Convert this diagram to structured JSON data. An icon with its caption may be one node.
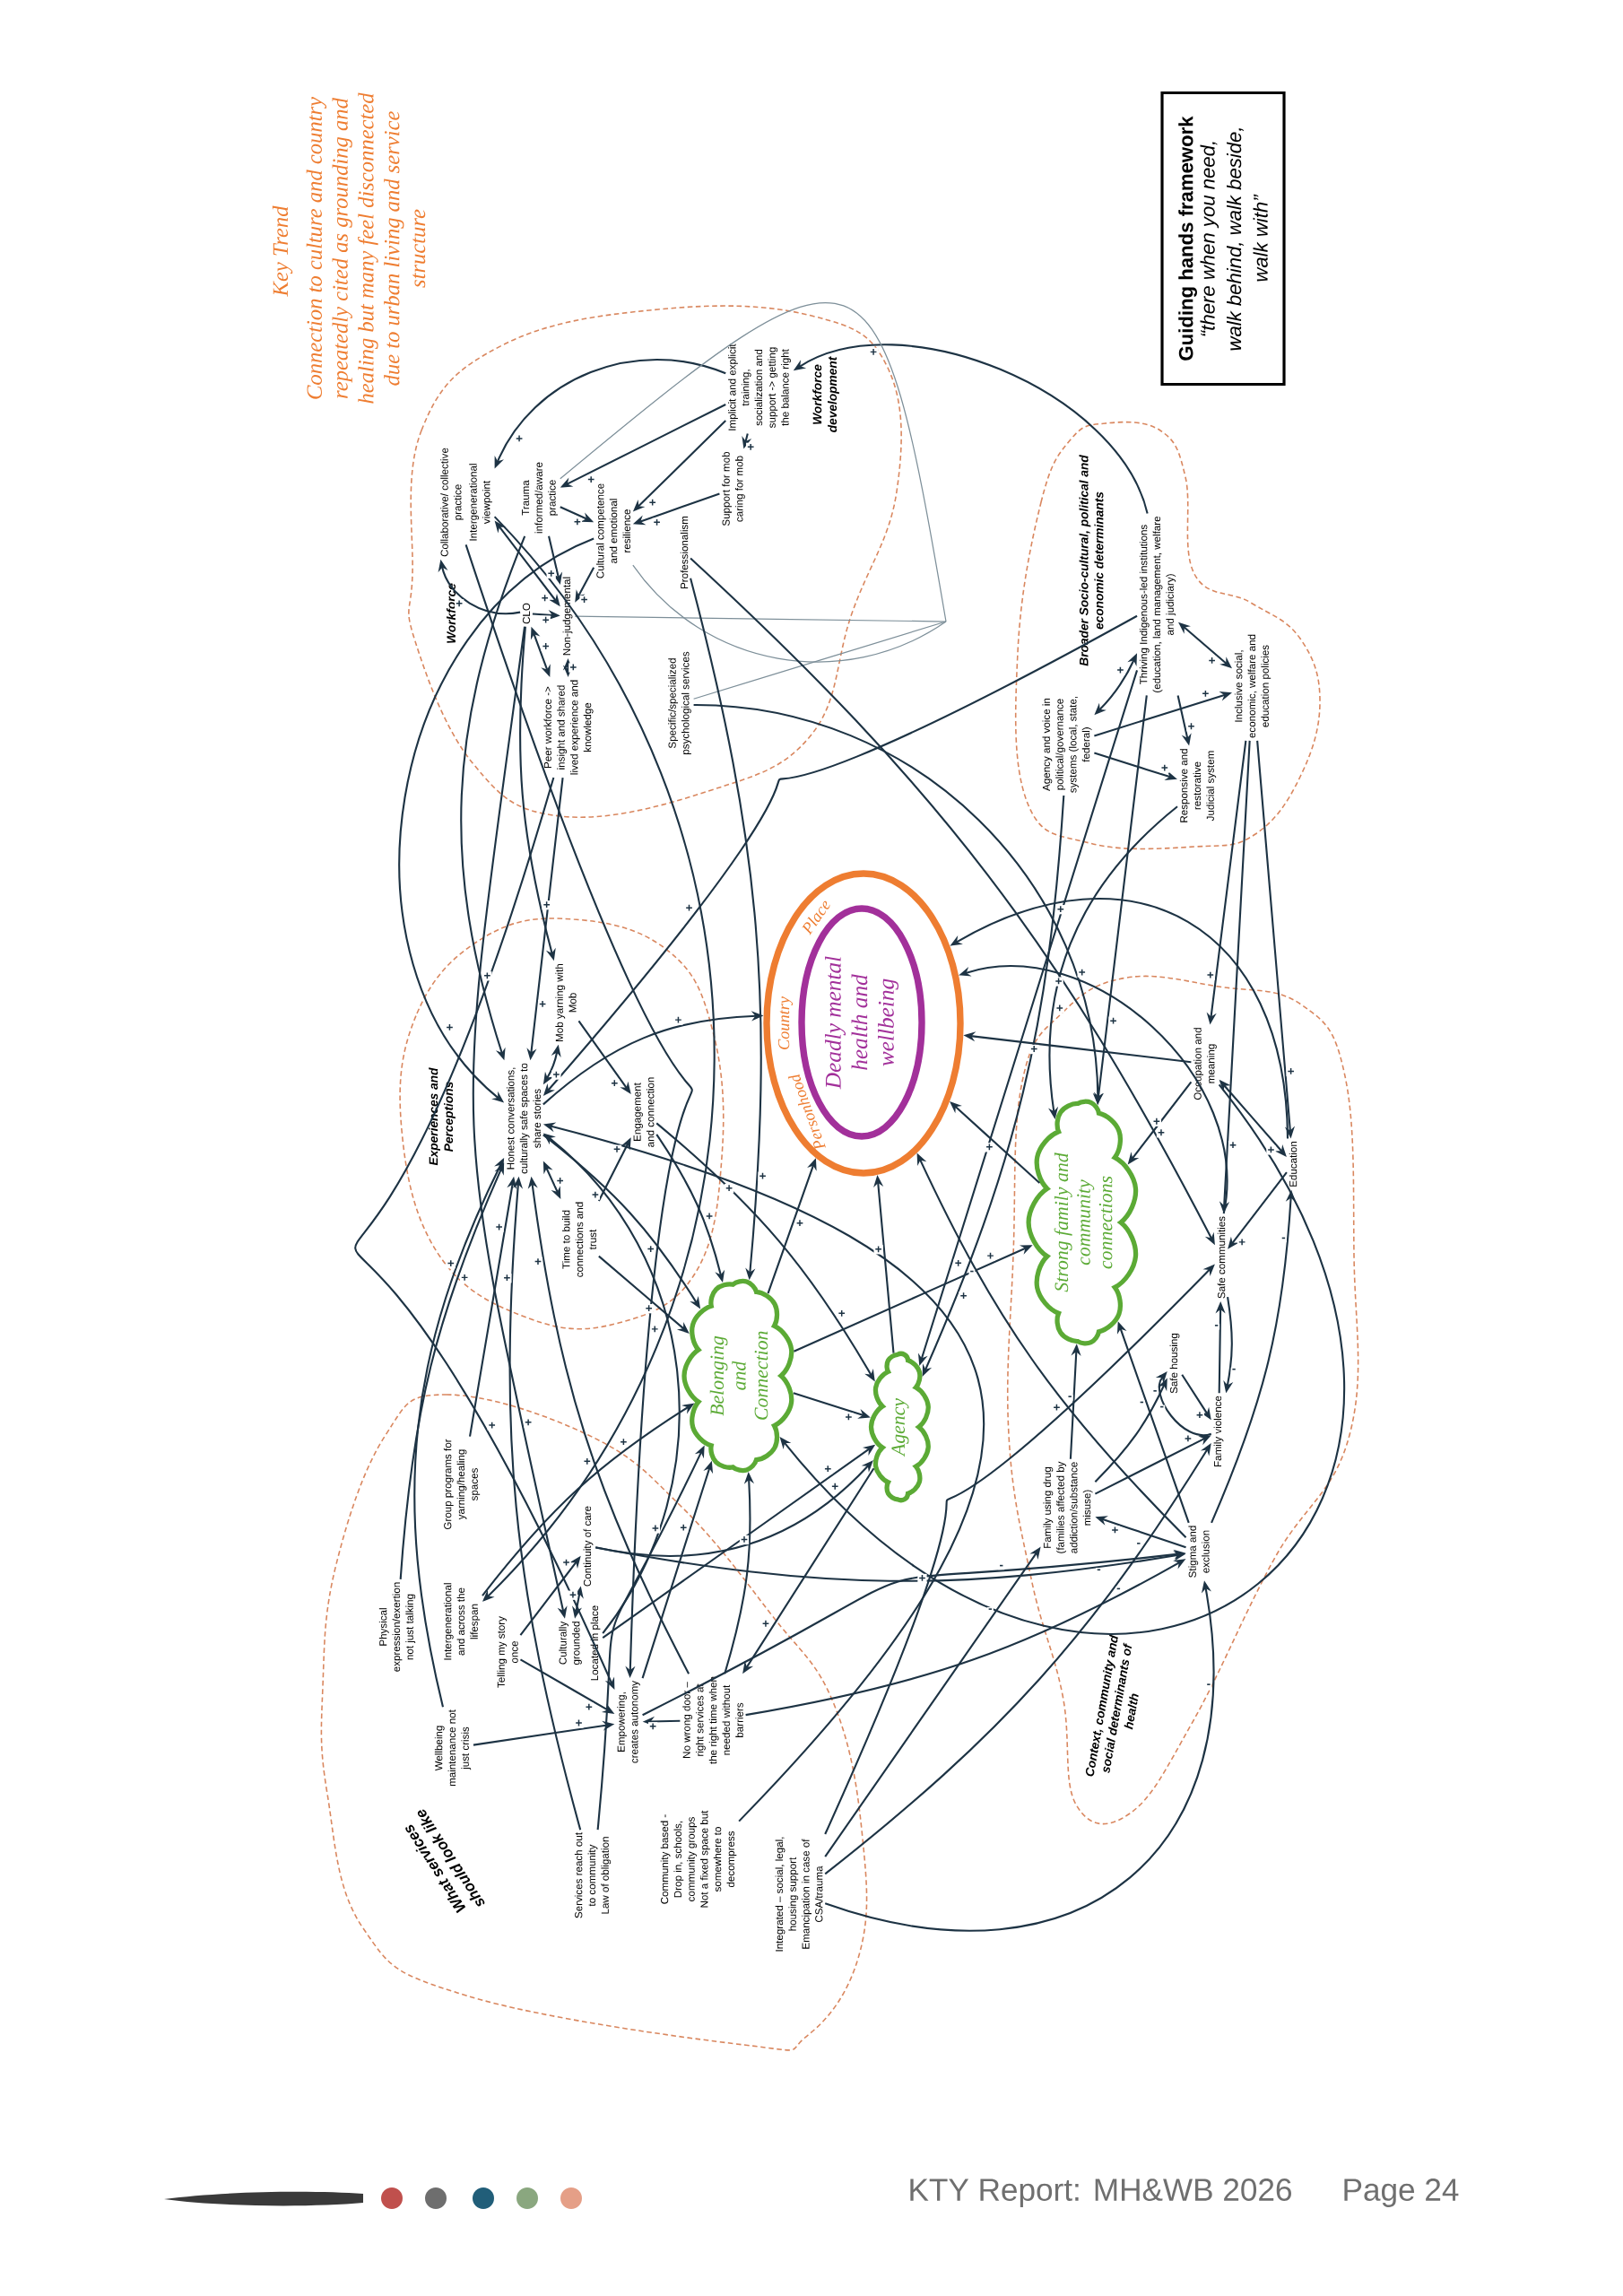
{
  "diagram": {
    "nodes": [
      {
        "text": [
          "Workforce",
          "Workforce development"
        ]
      },
      {
        "text": [
          "Collaborative/ collective practice"
        ],
        "in": 0
      },
      {
        "text": [
          "Intergenerational viewpoint"
        ],
        "in": 0
      },
      {
        "text": [
          "Trauma informed/aware practice"
        ],
        "in": 0
      },
      {
        "text": [
          "Cultural competence and emotional resilience"
        ],
        "in": 0
      },
      {
        "text": [
          "CLO"
        ],
        "in": 0
      },
      {
        "text": [
          "Non-judgemental"
        ],
        "in": 0
      },
      {
        "text": [
          "Peer workforce -> insight and shared lived experience and knowledge"
        ],
        "in": 0
      },
      {
        "text": [
          "Professionalism"
        ],
        "in": 0
      },
      {
        "text": [
          "Specific/specialized psychological services"
        ],
        "in": 0
      },
      {
        "text": [
          "Support for mob caring for mob"
        ],
        "in": 0
      },
      {
        "text": [
          "Implicit and explicit training, socialization and support -> getting the balance right"
        ],
        "in": 0
      },
      {
        "text": [
          "Guiding hands framework",
          "“there when you need, walk behind, walk beside, walk with”"
        ]
      },
      {
        "text": [
          "Broader Socio-cultural, political and economic determinants"
        ]
      },
      {
        "text": [
          "Thriving Indigenous-led institutions (education, land management, welfare and judiciary)"
        ],
        "in": 13
      },
      {
        "text": [
          "Agency and voice in political/governance systems (local, state, federal)"
        ],
        "in": 13
      },
      {
        "text": [
          "Inclusive social, economic, welfare and education policies"
        ],
        "in": 13
      },
      {
        "text": [
          "Responsive and restorative Judicial system"
        ],
        "in": 13
      },
      {
        "text": [
          "Experiences and Perceptions"
        ]
      },
      {
        "text": [
          "Mob yarning with Mob"
        ],
        "in": 18
      },
      {
        "text": [
          "Honest conversations, culturally safe spaces to share stories"
        ],
        "in": 18
      },
      {
        "text": [
          "Engagement and connection"
        ],
        "in": 18
      },
      {
        "text": [
          "Time to build connections and trust"
        ],
        "in": 18
      },
      {
        "text": [
          "Country",
          "Place",
          "Personhood"
        ]
      },
      {
        "text": [
          "Deadly mental health and wellbeing"
        ],
        "in": 23
      },
      {
        "text": [
          "Belonging and Connection"
        ]
      },
      {
        "text": [
          "Agency"
        ]
      },
      {
        "text": [
          "Context, community and social determinants of health"
        ]
      },
      {
        "text": [
          "Strong family and community connections"
        ],
        "in": 27
      },
      {
        "text": [
          "Occupation and meaning"
        ],
        "in": 27
      },
      {
        "text": [
          "Education"
        ],
        "in": 27
      },
      {
        "text": [
          "Safe communities"
        ],
        "in": 27
      },
      {
        "text": [
          "Safe housing"
        ],
        "in": 27
      },
      {
        "text": [
          "Family violence"
        ],
        "in": 27
      },
      {
        "text": [
          "Family using drug (families affected by addiction/substance misuse)"
        ],
        "in": 27
      },
      {
        "text": [
          "Stigma and exclusion"
        ],
        "in": 27
      },
      {
        "text": [
          "What services should look like"
        ]
      },
      {
        "text": [
          "Group programs for yarning/healing spaces"
        ],
        "in": 36
      },
      {
        "text": [
          "Physical expression/exertion not just talking"
        ],
        "in": 36
      },
      {
        "text": [
          "Intergenerational and across the lifespan"
        ],
        "in": 36
      },
      {
        "text": [
          "Telling my story once"
        ],
        "in": 36
      },
      {
        "text": [
          "Culturally grounded"
        ],
        "in": 36
      },
      {
        "text": [
          "Located in place"
        ],
        "in": 36
      },
      {
        "text": [
          "Continuity of care"
        ],
        "in": 36
      },
      {
        "text": [
          "Wellbeing maintenance not just crisis"
        ],
        "in": 36
      },
      {
        "text": [
          "Empowering, creates autonomy"
        ],
        "in": 36
      },
      {
        "text": [
          "No wrong door – right services at the right time when needed without barriers"
        ],
        "in": 36
      },
      {
        "text": [
          "Services reach out to community",
          "Law of obligation"
        ],
        "in": 36
      },
      {
        "text": [
          "Community based - Drop in, schools, community groups",
          "Not a fixed space but somewhere to decompress"
        ],
        "in": 36
      },
      {
        "text": [
          "Integrated – social, legal, housing support",
          "Emancipation in case of CSA/trauma"
        ],
        "in": 36
      }
    ],
    "edges": [
      {
        "from": 11,
        "to": 2,
        "arrow": "to",
        "label": "+"
      },
      {
        "from": 11,
        "to": 3,
        "arrow": "to",
        "label": "+"
      },
      {
        "from": 11,
        "to": 4,
        "arrow": "to",
        "label": "+"
      },
      {
        "from": 11,
        "to": 10,
        "arrow": "to",
        "label": "+"
      },
      {
        "from": 14,
        "to": 11,
        "arrow": "to",
        "label": "+"
      },
      {
        "from": 10,
        "to": 4,
        "arrow": "to",
        "label": "+"
      },
      {
        "from": 3,
        "to": 4,
        "arrow": "to",
        "label": "+"
      },
      {
        "from": 3,
        "to": 6,
        "arrow": "to",
        "label": "+"
      },
      {
        "from": 4,
        "to": 6,
        "arrow": "to",
        "label": "+"
      },
      {
        "from": 2,
        "to": 6,
        "arrow": "both",
        "label": "+"
      },
      {
        "from": 5,
        "to": 1,
        "arrow": "to",
        "label": "+"
      },
      {
        "from": 5,
        "to": 6,
        "arrow": "to",
        "label": "+"
      },
      {
        "from": 5,
        "to": 7,
        "arrow": "both",
        "label": "+"
      },
      {
        "from": 6,
        "to": 7,
        "arrow": "both",
        "label": "+"
      },
      {
        "from": 3,
        "to": null,
        "arrow": "none",
        "color": "#7d8f99"
      },
      {
        "from": 6,
        "to": null,
        "arrow": "none",
        "color": "#7d8f99"
      },
      {
        "from": 4,
        "to": null,
        "arrow": "none",
        "color": "#7d8f99"
      },
      {
        "from": 9,
        "to": null,
        "arrow": "none",
        "color": "#7d8f99"
      },
      {
        "from": 3,
        "to": 20,
        "arrow": "to",
        "label": "+"
      },
      {
        "from": 7,
        "to": 20,
        "arrow": "to",
        "label": "+"
      },
      {
        "from": 5,
        "to": 19,
        "arrow": "to",
        "label": "+"
      },
      {
        "from": 19,
        "to": 20,
        "arrow": "both",
        "label": "+"
      },
      {
        "from": 19,
        "to": 21,
        "arrow": "to",
        "label": "+"
      },
      {
        "from": 20,
        "to": 22,
        "arrow": "both",
        "label": "+"
      },
      {
        "from": 20,
        "to": 23,
        "arrow": "to",
        "label": "+"
      },
      {
        "from": 20,
        "to": 25,
        "arrow": "to",
        "label": "+"
      },
      {
        "from": 21,
        "to": 25,
        "arrow": "to",
        "label": "+"
      },
      {
        "from": 21,
        "to": 26,
        "arrow": "to",
        "label": "+"
      },
      {
        "from": 22,
        "to": 21,
        "arrow": "to",
        "label": "+"
      },
      {
        "from": 22,
        "to": 25,
        "arrow": "to",
        "label": "+"
      },
      {
        "from": 8,
        "to": 25,
        "arrow": "to",
        "label": "+"
      },
      {
        "from": 4,
        "to": 20,
        "arrow": "to",
        "label": "+"
      },
      {
        "from": 14,
        "to": 20,
        "arrow": "to",
        "label": "+"
      },
      {
        "from": 8,
        "to": 31,
        "arrow": "to",
        "label": "+"
      },
      {
        "from": 9,
        "to": 28,
        "arrow": "to",
        "label": "+"
      },
      {
        "from": 1,
        "to": 45,
        "arrow": "to",
        "label": "+"
      },
      {
        "from": 7,
        "to": 45,
        "arrow": "to",
        "label": "+"
      },
      {
        "from": 37,
        "to": 20,
        "arrow": "to",
        "label": "+"
      },
      {
        "from": 38,
        "to": 20,
        "arrow": "to",
        "label": "+"
      },
      {
        "from": 44,
        "to": 20,
        "arrow": "to",
        "label": "+"
      },
      {
        "from": 47,
        "to": 20,
        "arrow": "to",
        "label": "+"
      },
      {
        "from": 2,
        "to": 39,
        "arrow": "to",
        "label": "+"
      },
      {
        "from": 5,
        "to": 41,
        "arrow": "to",
        "label": "+"
      },
      {
        "from": 39,
        "to": 25,
        "arrow": "to",
        "label": "+"
      },
      {
        "from": 40,
        "to": 43,
        "arrow": "to",
        "label": "+"
      },
      {
        "from": 40,
        "to": 45,
        "arrow": "to",
        "label": "+"
      },
      {
        "from": 41,
        "to": 43,
        "arrow": "both",
        "label": "+"
      },
      {
        "from": 42,
        "to": 20,
        "arrow": "to",
        "label": "+"
      },
      {
        "from": 42,
        "to": 26,
        "arrow": "to",
        "label": "+"
      },
      {
        "from": 43,
        "to": 35,
        "arrow": "to",
        "label": "-"
      },
      {
        "from": 46,
        "to": 35,
        "arrow": "to",
        "label": "-"
      },
      {
        "from": 45,
        "to": 35,
        "arrow": "to",
        "label": "-"
      },
      {
        "from": 49,
        "to": 35,
        "arrow": "to",
        "label": "-"
      },
      {
        "from": 49,
        "to": 34,
        "arrow": "to",
        "label": "-"
      },
      {
        "from": 49,
        "to": 33,
        "arrow": "to",
        "label": "-"
      },
      {
        "from": 49,
        "to": 31,
        "arrow": "to",
        "label": "+"
      },
      {
        "from": 26,
        "to": 46,
        "arrow": "to",
        "label": "+"
      },
      {
        "from": 44,
        "to": 45,
        "arrow": "to",
        "label": "+"
      },
      {
        "from": 46,
        "to": 45,
        "arrow": "to",
        "label": "+"
      },
      {
        "from": 45,
        "to": 25,
        "arrow": "to",
        "label": "+"
      },
      {
        "from": 46,
        "to": 25,
        "arrow": "to",
        "label": "+"
      },
      {
        "from": 47,
        "to": 25,
        "arrow": "to",
        "label": "+"
      },
      {
        "from": 46,
        "to": 20,
        "arrow": "to",
        "label": "+"
      },
      {
        "from": 43,
        "to": 26,
        "arrow": "to",
        "label": "+"
      },
      {
        "from": 48,
        "to": 20,
        "arrow": "to",
        "label": "+"
      },
      {
        "from": 29,
        "to": 23,
        "arrow": "to",
        "label": "+"
      },
      {
        "from": 31,
        "to": 23,
        "arrow": "to",
        "label": "+"
      },
      {
        "from": 29,
        "to": 28,
        "arrow": "to",
        "label": "+"
      },
      {
        "from": 29,
        "to": 25,
        "arrow": "to",
        "label": "+"
      },
      {
        "from": 29,
        "to": 30,
        "arrow": "both",
        "label": "+"
      },
      {
        "from": 30,
        "to": 23,
        "arrow": "to",
        "label": "+"
      },
      {
        "from": 16,
        "to": 30,
        "arrow": "to",
        "label": "+"
      },
      {
        "from": 16,
        "to": 29,
        "arrow": "to",
        "label": "+"
      },
      {
        "from": 16,
        "to": 31,
        "arrow": "to",
        "label": "+"
      },
      {
        "from": 32,
        "to": 33,
        "arrow": "to",
        "label": "+"
      },
      {
        "from": 33,
        "to": 32,
        "arrow": "to",
        "label": "-"
      },
      {
        "from": 33,
        "to": 31,
        "arrow": "to",
        "label": "-"
      },
      {
        "from": 31,
        "to": 33,
        "arrow": "to",
        "label": "-"
      },
      {
        "from": 35,
        "to": 34,
        "arrow": "to",
        "label": "+"
      },
      {
        "from": 34,
        "to": 33,
        "arrow": "to",
        "label": "+"
      },
      {
        "from": 34,
        "to": 32,
        "arrow": "to",
        "label": "-"
      },
      {
        "from": 34,
        "to": 28,
        "arrow": "to",
        "label": "-"
      },
      {
        "from": 35,
        "to": 28,
        "arrow": "to",
        "label": "-"
      },
      {
        "from": 35,
        "to": 30,
        "arrow": "to",
        "label": "-"
      },
      {
        "from": 35,
        "to": 23,
        "arrow": "to",
        "label": "-"
      },
      {
        "from": 14,
        "to": 16,
        "arrow": "both",
        "label": "+"
      },
      {
        "from": 15,
        "to": 14,
        "arrow": "both",
        "label": "+"
      },
      {
        "from": 14,
        "to": 17,
        "arrow": "to",
        "label": "+"
      },
      {
        "from": 15,
        "to": 16,
        "arrow": "to",
        "label": "+"
      },
      {
        "from": 15,
        "to": 17,
        "arrow": "to",
        "label": "+"
      },
      {
        "from": 15,
        "to": 26,
        "arrow": "to",
        "label": "+"
      },
      {
        "from": 14,
        "to": 26,
        "arrow": "to",
        "label": "+"
      },
      {
        "from": 14,
        "to": 28,
        "arrow": "to",
        "label": "+"
      },
      {
        "from": 17,
        "to": 28,
        "arrow": "to",
        "label": "+"
      },
      {
        "from": 25,
        "to": 26,
        "arrow": "to",
        "label": "+"
      },
      {
        "from": 25,
        "to": 28,
        "arrow": "to",
        "label": "+"
      },
      {
        "from": 25,
        "to": 23,
        "arrow": "to",
        "label": "+"
      },
      {
        "from": 28,
        "to": 23,
        "arrow": "to",
        "label": "+"
      },
      {
        "from": 26,
        "to": 23,
        "arrow": "to",
        "label": "+"
      },
      {
        "from": 30,
        "to": 31,
        "arrow": "to",
        "label": "+"
      }
    ],
    "labels": [
      "Key Trend",
      "Connection to culture and country repeatedly cited as grounding and healing but many feel disconnected due to urban living and service structure",
      "KTY Report: MH&WB 2026",
      "Page 24"
    ]
  }
}
